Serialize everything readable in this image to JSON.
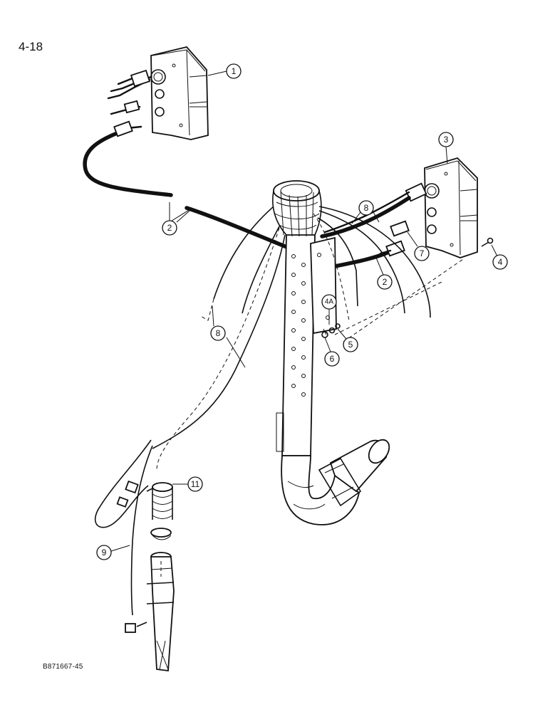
{
  "page": {
    "number": "4-18",
    "drawing_code": "B871667-45"
  },
  "callouts": [
    "1",
    "2",
    "2",
    "2",
    "3",
    "4",
    "4A",
    "5",
    "6",
    "7",
    "8",
    "8",
    "9",
    "11"
  ]
}
